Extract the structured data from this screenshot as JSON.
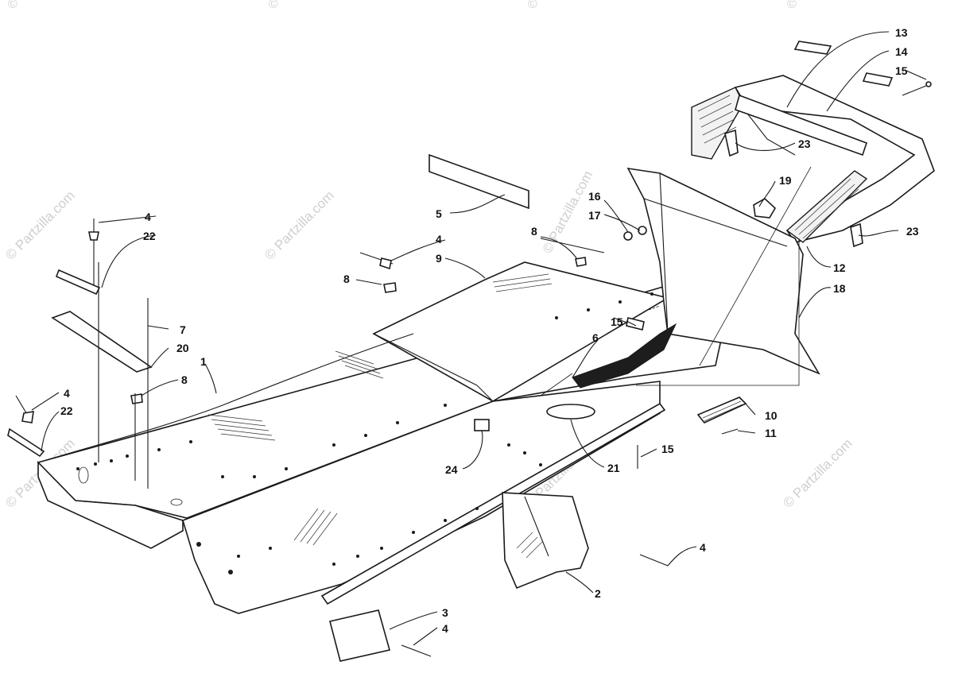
{
  "watermark": {
    "text": "© Partzilla.com",
    "copyright_mark": "©"
  },
  "callouts": [
    {
      "id": "c-13",
      "label": "13"
    },
    {
      "id": "c-14",
      "label": "14"
    },
    {
      "id": "c-15a",
      "label": "15"
    },
    {
      "id": "c-23a",
      "label": "23"
    },
    {
      "id": "c-16",
      "label": "16"
    },
    {
      "id": "c-17",
      "label": "17"
    },
    {
      "id": "c-19",
      "label": "19"
    },
    {
      "id": "c-23b",
      "label": "23"
    },
    {
      "id": "c-12",
      "label": "12"
    },
    {
      "id": "c-18",
      "label": "18"
    },
    {
      "id": "c-5",
      "label": "5"
    },
    {
      "id": "c-8a",
      "label": "8"
    },
    {
      "id": "c-4a",
      "label": "4"
    },
    {
      "id": "c-9",
      "label": "9"
    },
    {
      "id": "c-8b",
      "label": "8"
    },
    {
      "id": "c-15b",
      "label": "15"
    },
    {
      "id": "c-6",
      "label": "6"
    },
    {
      "id": "c-4b",
      "label": "4"
    },
    {
      "id": "c-22a",
      "label": "22"
    },
    {
      "id": "c-7",
      "label": "7"
    },
    {
      "id": "c-20",
      "label": "20"
    },
    {
      "id": "c-1",
      "label": "1"
    },
    {
      "id": "c-8c",
      "label": "8"
    },
    {
      "id": "c-4c",
      "label": "4"
    },
    {
      "id": "c-22b",
      "label": "22"
    },
    {
      "id": "c-10",
      "label": "10"
    },
    {
      "id": "c-11",
      "label": "11"
    },
    {
      "id": "c-15c",
      "label": "15"
    },
    {
      "id": "c-24",
      "label": "24"
    },
    {
      "id": "c-21",
      "label": "21"
    },
    {
      "id": "c-4d",
      "label": "4"
    },
    {
      "id": "c-2",
      "label": "2"
    },
    {
      "id": "c-3",
      "label": "3"
    },
    {
      "id": "c-4e",
      "label": "4"
    }
  ]
}
